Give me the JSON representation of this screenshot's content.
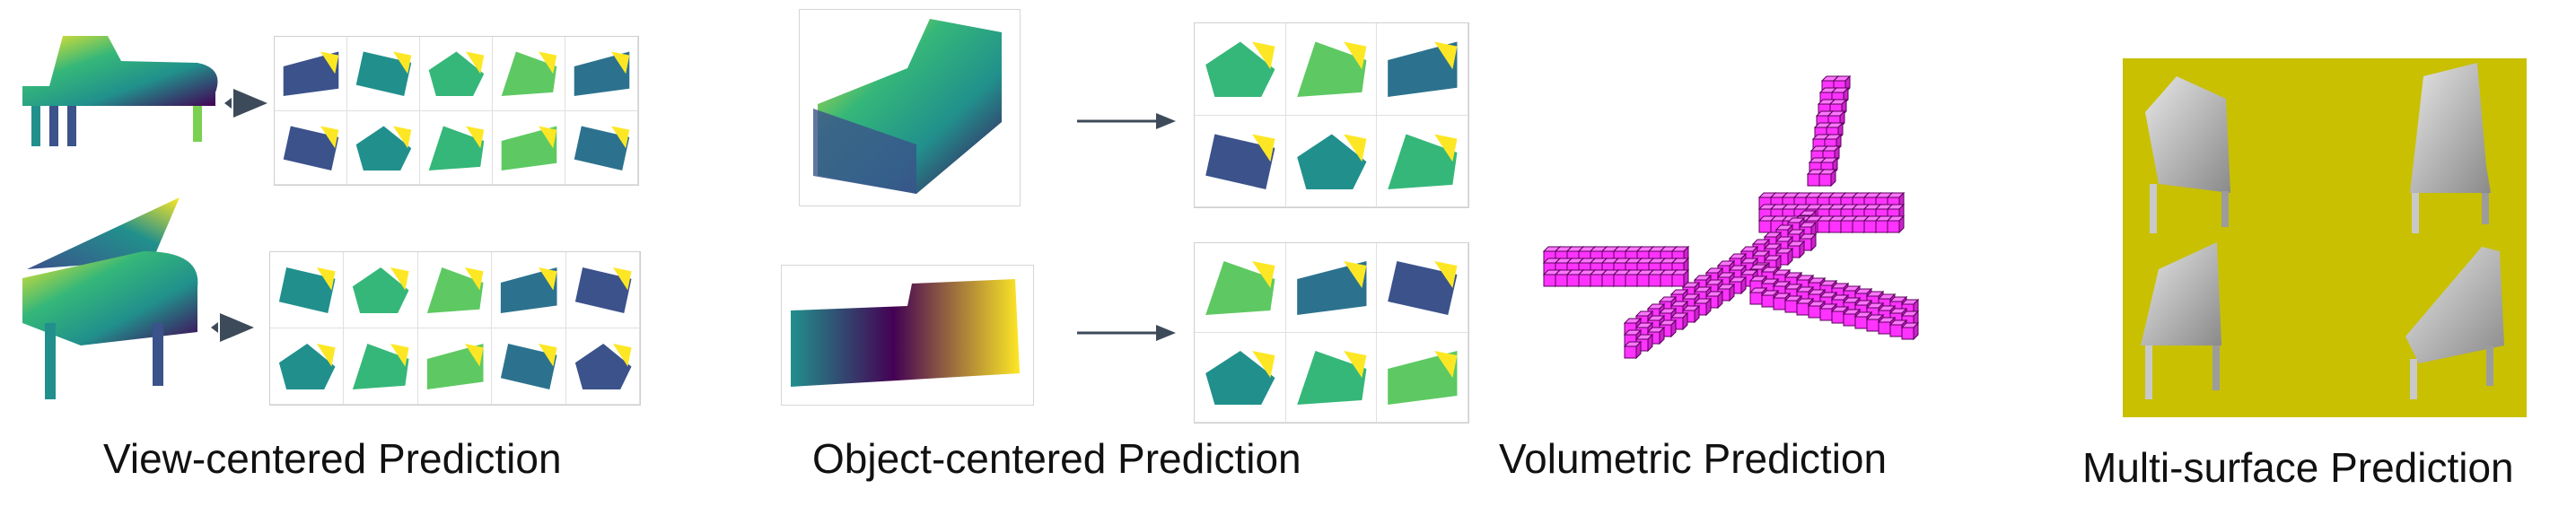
{
  "captions": {
    "view_centered": "View-centered Prediction",
    "object_centered": "Object-centered Prediction",
    "volumetric": "Volumetric Prediction",
    "multi_surface": "Multi-surface Prediction"
  },
  "colors": {
    "viridis_dark": "#440154",
    "viridis_mid": "#21908c",
    "viridis_light": "#fde725",
    "arrow": "#3d4a59",
    "voxel_face": "#ff33ff",
    "voxel_edge": "#5a005a",
    "multi_bg": "#c8c000",
    "chair_gray": "#a8a8a8"
  }
}
